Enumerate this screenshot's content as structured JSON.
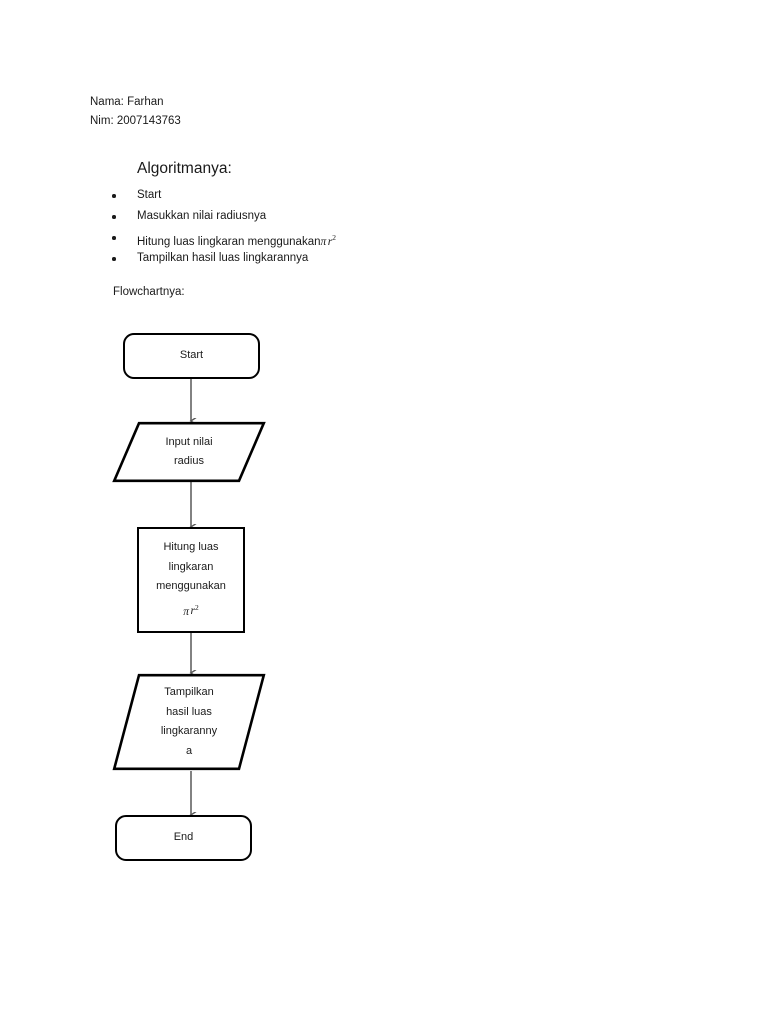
{
  "document": {
    "header": {
      "lines": [
        "Nama: Farhan",
        "Nim: 2007143763"
      ]
    },
    "algorithm": {
      "heading": "Algoritmanya:",
      "items": [
        {
          "text": "Start",
          "formula": ""
        },
        {
          "text": "Masukkan nilai radiusnya",
          "formula": ""
        },
        {
          "text": "Hitung luas lingkaran menggunakan",
          "formula": "π r²"
        },
        {
          "text": "Tampilkan hasil luas lingkarannya",
          "formula": ""
        }
      ]
    },
    "flowchart": {
      "label": "Flowchartnya:",
      "nodes": [
        {
          "id": "start",
          "shape": "terminator",
          "text": "Start"
        },
        {
          "id": "input-radius",
          "shape": "parallelogram",
          "line1": "Input nilai",
          "line2": "radius"
        },
        {
          "id": "process-area",
          "shape": "rectangle",
          "line1": "Hitung luas",
          "line2": "lingkaran",
          "line3": "menggunakan",
          "formula_pi": "π",
          "formula_r": "r",
          "formula_exp": "2"
        },
        {
          "id": "output-result",
          "shape": "parallelogram",
          "line1": "Tampilkan",
          "line2": "hasil luas",
          "line3": "lingkaranny",
          "line4": "a"
        },
        {
          "id": "end",
          "shape": "terminator",
          "text": "End"
        }
      ],
      "colors": {
        "shape_border": "#000000",
        "shape_fill": "#ffffff",
        "connector": "#595959",
        "text": "#1a1a1a"
      }
    }
  }
}
